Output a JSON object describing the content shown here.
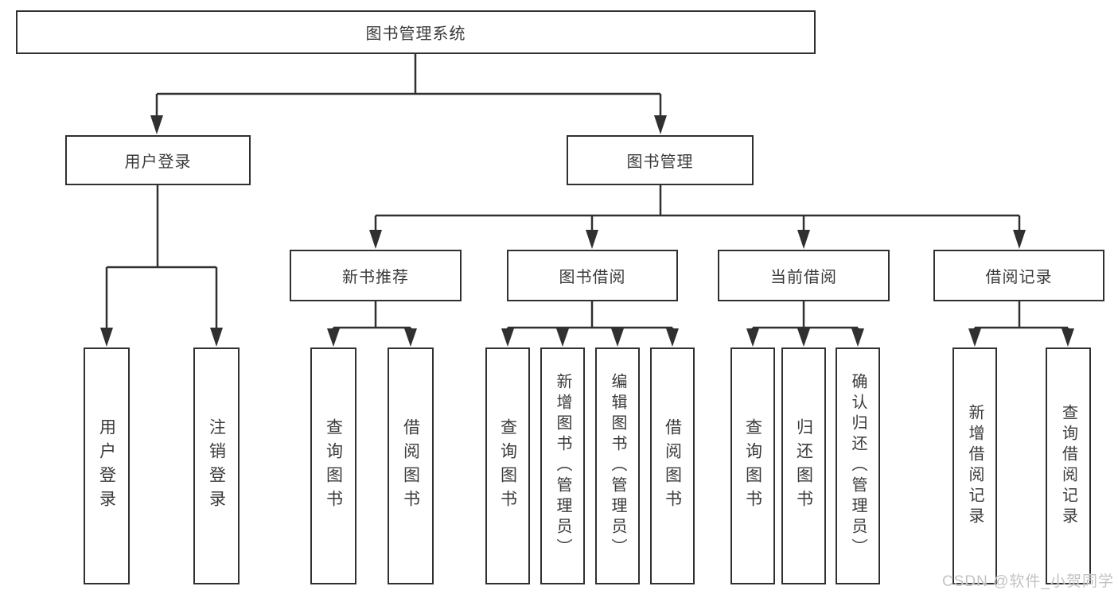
{
  "colors": {
    "line": "#303030",
    "box_border": "#303030",
    "text": "#3a3a3a",
    "watermark": "#c3c3c3",
    "background": "#ffffff"
  },
  "tree": {
    "label": "图书管理系统",
    "children": [
      {
        "label": "用户登录",
        "children": [
          {
            "label": "用户登录"
          },
          {
            "label": "注销登录"
          }
        ]
      },
      {
        "label": "图书管理",
        "children": [
          {
            "label": "新书推荐",
            "children": [
              {
                "label": "查询图书"
              },
              {
                "label": "借阅图书"
              }
            ]
          },
          {
            "label": "图书借阅",
            "children": [
              {
                "label": "查询图书"
              },
              {
                "label": "新增图书（管理员）"
              },
              {
                "label": "编辑图书（管理员）"
              },
              {
                "label": "借阅图书"
              }
            ]
          },
          {
            "label": "当前借阅",
            "children": [
              {
                "label": "查询图书"
              },
              {
                "label": "归还图书"
              },
              {
                "label": "确认归还（管理员）"
              }
            ]
          },
          {
            "label": "借阅记录",
            "children": [
              {
                "label": "新增借阅记录"
              },
              {
                "label": "查询借阅记录"
              }
            ]
          }
        ]
      }
    ]
  },
  "watermark": {
    "text": "CSDN @软件_小贺同学"
  }
}
